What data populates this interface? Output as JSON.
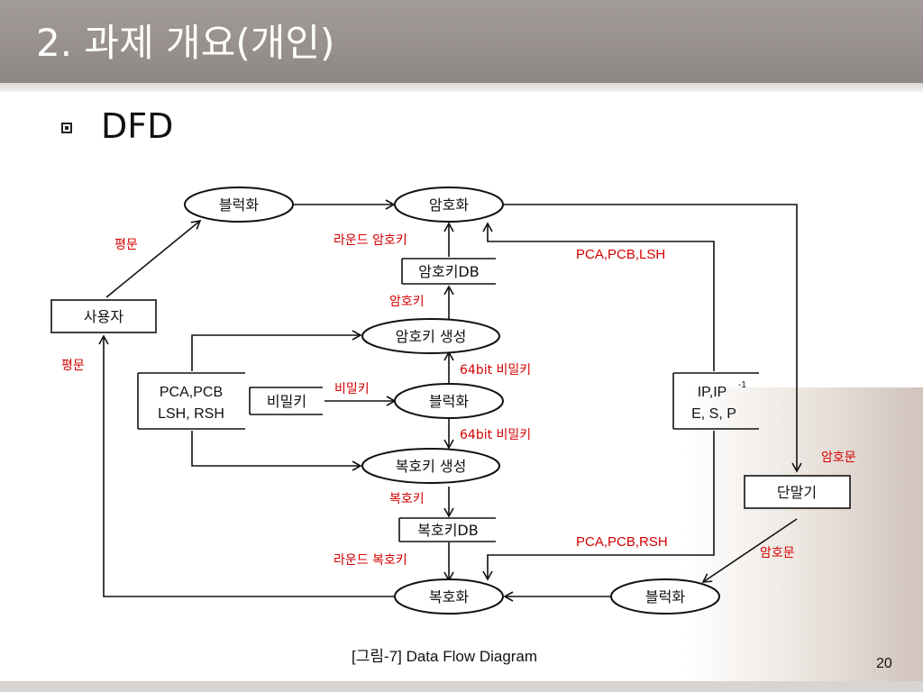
{
  "slide": {
    "title": "2. 과제 개요(개인)",
    "bullet": "DFD",
    "caption": "[그림-7] Data Flow Diagram",
    "page_number": "20"
  },
  "diagram": {
    "nodes": {
      "block_top": "블럭화",
      "encrypt": "암호화",
      "user": "사용자",
      "enc_key_db": "암호키DB",
      "enc_key_gen": "암호키 생성",
      "pca_line1": "PCA,PCB",
      "pca_line2": "LSH, RSH",
      "secret_key": "비밀키",
      "block_mid": "블럭화",
      "ip_line1": "IP,IP",
      "ip_sup": "-1",
      "ip_line2": "E, S, P",
      "dec_key_gen": "복호키 생성",
      "terminal": "단말기",
      "dec_key_db": "복호키DB",
      "decrypt": "복호화",
      "block_bottom": "블럭화"
    },
    "labels": {
      "plain1": "평문",
      "round_enc_key": "라운드 암호키",
      "pca_pcb_lsh": "PCA,PCB,LSH",
      "enc_key": "암호키",
      "plain2": "평문",
      "bit64_secret1": "64bit 비밀키",
      "secret_key_edge": "비밀키",
      "bit64_secret2": "64bit 비밀키",
      "ciphertext1": "암호문",
      "dec_key": "복호키",
      "pca_pcb_rsh": "PCA,PCB,RSH",
      "round_dec_key": "라운드 복호키",
      "ciphertext2": "암호문"
    }
  }
}
